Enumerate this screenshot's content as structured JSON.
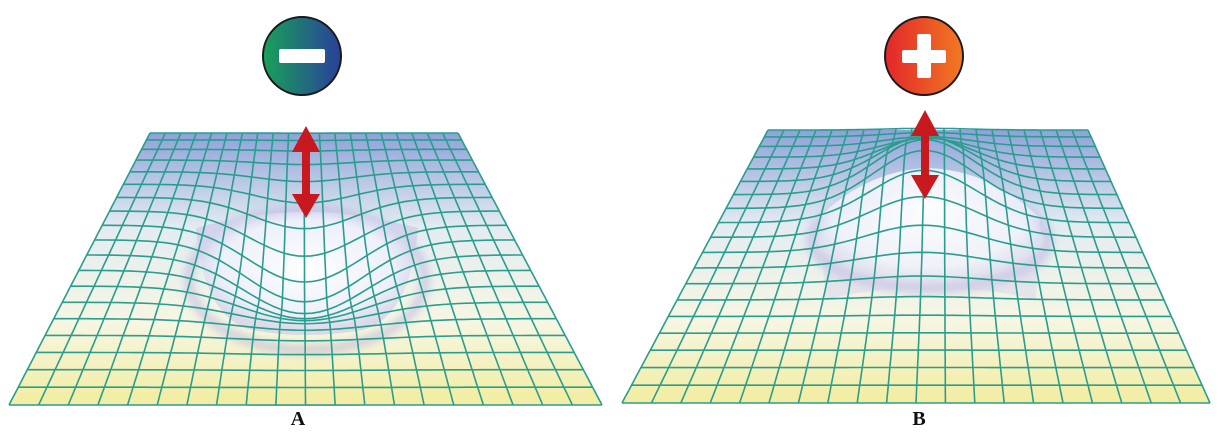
{
  "panels": [
    {
      "id": "A",
      "label": "A",
      "charge": "negative",
      "symbol": "minus",
      "deformation": "dip",
      "charge_gradient": [
        "#18a25a",
        "#2a3f9a"
      ]
    },
    {
      "id": "B",
      "label": "B",
      "charge": "positive",
      "symbol": "plus",
      "deformation": "bump",
      "charge_gradient": [
        "#e3262a",
        "#f07a22"
      ]
    }
  ],
  "colors": {
    "grid_line": "#2a9d8f",
    "grid_top": "#8ea2d8",
    "grid_bottom": "#f2eda0",
    "arrow": "#c8191e",
    "halo": "#b9b3e0"
  },
  "icons": [
    "charge-minus-icon",
    "charge-plus-icon",
    "double-arrow-icon"
  ]
}
